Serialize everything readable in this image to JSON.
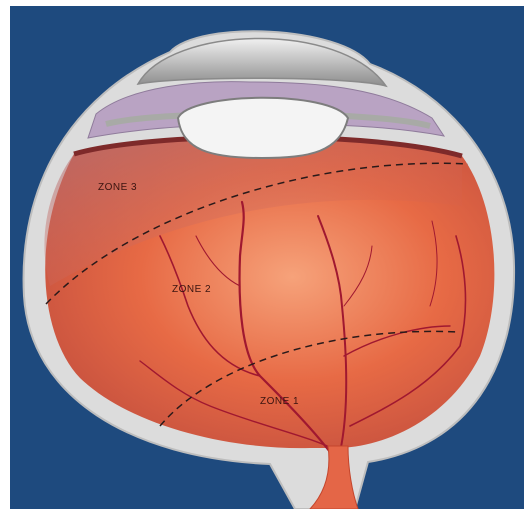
{
  "diagram": {
    "labels": {
      "zone_3": "ZONE 3",
      "zone_2": "ZONE 2",
      "zone_1": "ZONE 1"
    },
    "colors": {
      "background": "#1e4a7e",
      "sclera": "#d8d8d8",
      "retina": "#e0583c",
      "vessels": "#a01830",
      "zone_boundary": "#2a1a1a",
      "lens": "#f4f4f4",
      "iris": "#b9a3c3"
    }
  }
}
